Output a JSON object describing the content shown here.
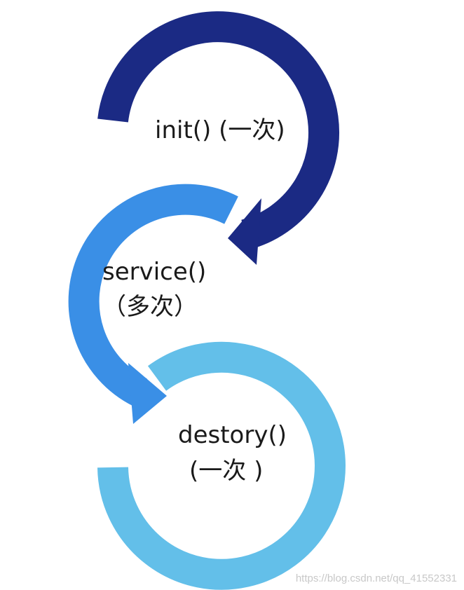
{
  "stages": [
    {
      "name": "init()",
      "note": "(一次)",
      "color": "#1b2a84"
    },
    {
      "name": "service()",
      "note": "（多次）",
      "color": "#3a8fe6"
    },
    {
      "name": "destory()",
      "note": "(一次 )",
      "color": "#63bfe9"
    }
  ],
  "init_text": "init()  (一次)",
  "watermark": "https://blog.csdn.net/qq_41552331"
}
